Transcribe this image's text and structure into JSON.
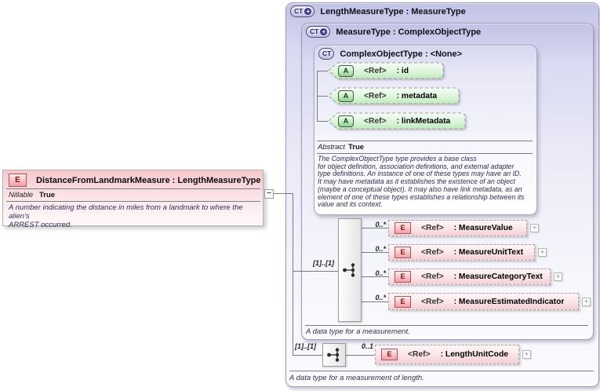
{
  "icons": {
    "ct": "CT",
    "plus": "+",
    "element": "E",
    "attribute": "A",
    "collapse": "−",
    "expand": "+"
  },
  "colors": {
    "type_box_lavender": "#c2c2e6",
    "element_pink": "#f5cdd3",
    "attribute_green": "#8cd48c",
    "connector_gray": "#7a7a7a"
  },
  "left_element": {
    "icon": "E",
    "title": "DistanceFromLandmarkMeasure : LengthMeasureType",
    "facts": [
      {
        "label": "Nillable",
        "value": "True"
      }
    ],
    "description": "A number indicating the distance in miles from a landmark to where the alien's\nARREST occurred."
  },
  "length_measure_type": {
    "icon": "CT",
    "title": "LengthMeasureType : MeasureType",
    "description": "A data type for a measurement of length.",
    "group_cardinality": "[1]..[1]",
    "elements": [
      {
        "icon": "E",
        "ref": "<Ref>",
        "name": ": LengthUnitCode",
        "cardinality": "0..1"
      }
    ]
  },
  "measure_type": {
    "icon": "CT",
    "title": "MeasureType : ComplexObjectType",
    "description": "A data type for a measurement.",
    "group_cardinality": "[1]..[1]",
    "elements": [
      {
        "icon": "E",
        "ref": "<Ref>",
        "name": ": MeasureValue",
        "cardinality": "0..*"
      },
      {
        "icon": "E",
        "ref": "<Ref>",
        "name": ": MeasureUnitText",
        "cardinality": "0..*"
      },
      {
        "icon": "E",
        "ref": "<Ref>",
        "name": ": MeasureCategoryText",
        "cardinality": "0..*"
      },
      {
        "icon": "E",
        "ref": "<Ref>",
        "name": ": MeasureEstimatedIndicator",
        "cardinality": "0..*"
      }
    ]
  },
  "complex_object_type": {
    "icon": "CT",
    "title": "ComplexObjectType : <None>",
    "attributes": [
      {
        "icon": "A",
        "ref": "<Ref>",
        "name": ": id"
      },
      {
        "icon": "A",
        "ref": "<Ref>",
        "name": ": metadata"
      },
      {
        "icon": "A",
        "ref": "<Ref>",
        "name": ": linkMetadata"
      }
    ],
    "facts": [
      {
        "label": "Abstract",
        "value": "True"
      }
    ],
    "description": "The ComplexObjectType type provides a base class\nfor object definition, association definitions, and external adapter\ntype definitions. An instance of one of these types may have an ID.\nIt may have metadata as it establishes the existence of an object\n(maybe a conceptual object). It may also have link metadata, as an\nelement of one of these types establishes a relationship between its\nvalue and its context."
  }
}
